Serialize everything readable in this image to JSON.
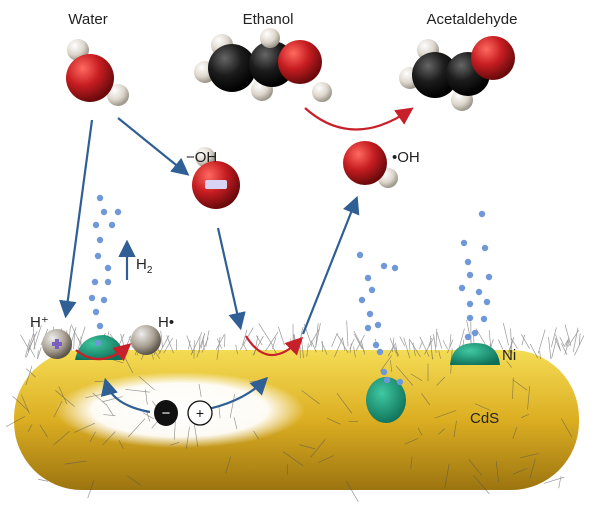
{
  "labels": {
    "water": "Water",
    "ethanol": "Ethanol",
    "acetaldehyde": "Acetaldehyde",
    "hydroxide": "−OH",
    "hydroxyl_radical": "•OH",
    "hydrogen": "H",
    "hydrogen_sub": "2",
    "proton": "H⁺",
    "hydrogen_radical": "H•",
    "nickel": "Ni",
    "cds": "CdS",
    "electron": "−",
    "hole": "+"
  },
  "colors": {
    "arrow_blue": "#2f5f94",
    "arrow_red": "#c8202a",
    "rod_yellow": "#e0b52a",
    "ni_green": "#1f9a7c",
    "oxygen_red": "#c81e22",
    "carbon_black": "#1c1c1c",
    "hydrogen_white": "#e6e1da",
    "bubble_blue": "#6f98d8"
  }
}
